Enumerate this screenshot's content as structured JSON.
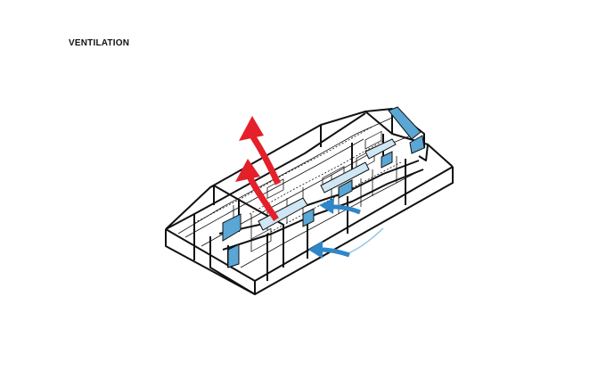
{
  "title": "VENTILATION",
  "colors": {
    "line": "#111111",
    "glazing": "#5aa7d6",
    "glazing_light": "#cfe6f4",
    "exhaust_arrow": "#e4202a",
    "intake_arrow": "#2f86c8",
    "intake_trail": "#8fc3e6"
  },
  "icons": {
    "exhaust": "red-up-arrow",
    "intake": "blue-inflow-arrow"
  }
}
